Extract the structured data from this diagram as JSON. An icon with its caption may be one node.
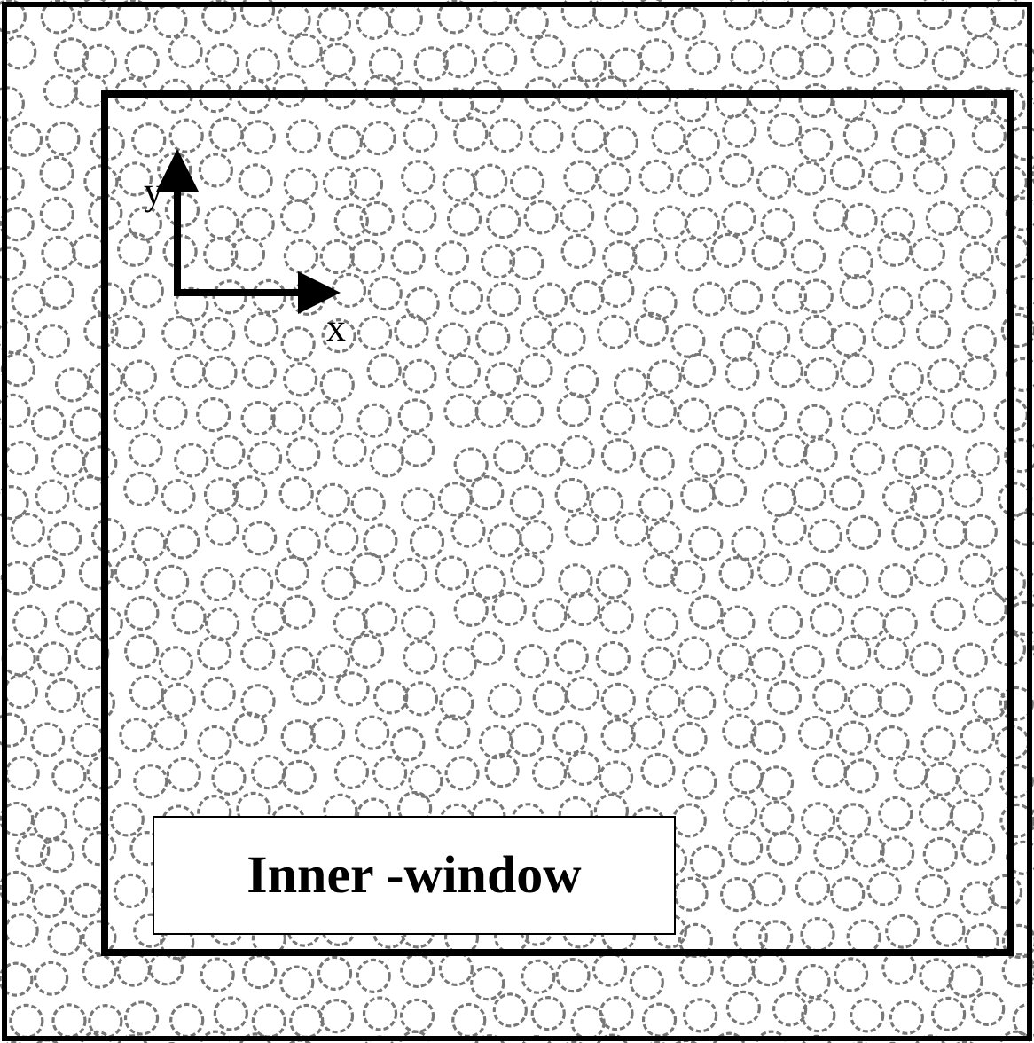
{
  "diagram": {
    "nodes": [
      {
        "text": [],
        "shape": "box"
      },
      {
        "text": [],
        "shape": "box",
        "in": 0
      },
      {
        "text": [
          "Inner -window"
        ],
        "in": 1
      }
    ],
    "labels": [
      "y",
      "x"
    ]
  }
}
